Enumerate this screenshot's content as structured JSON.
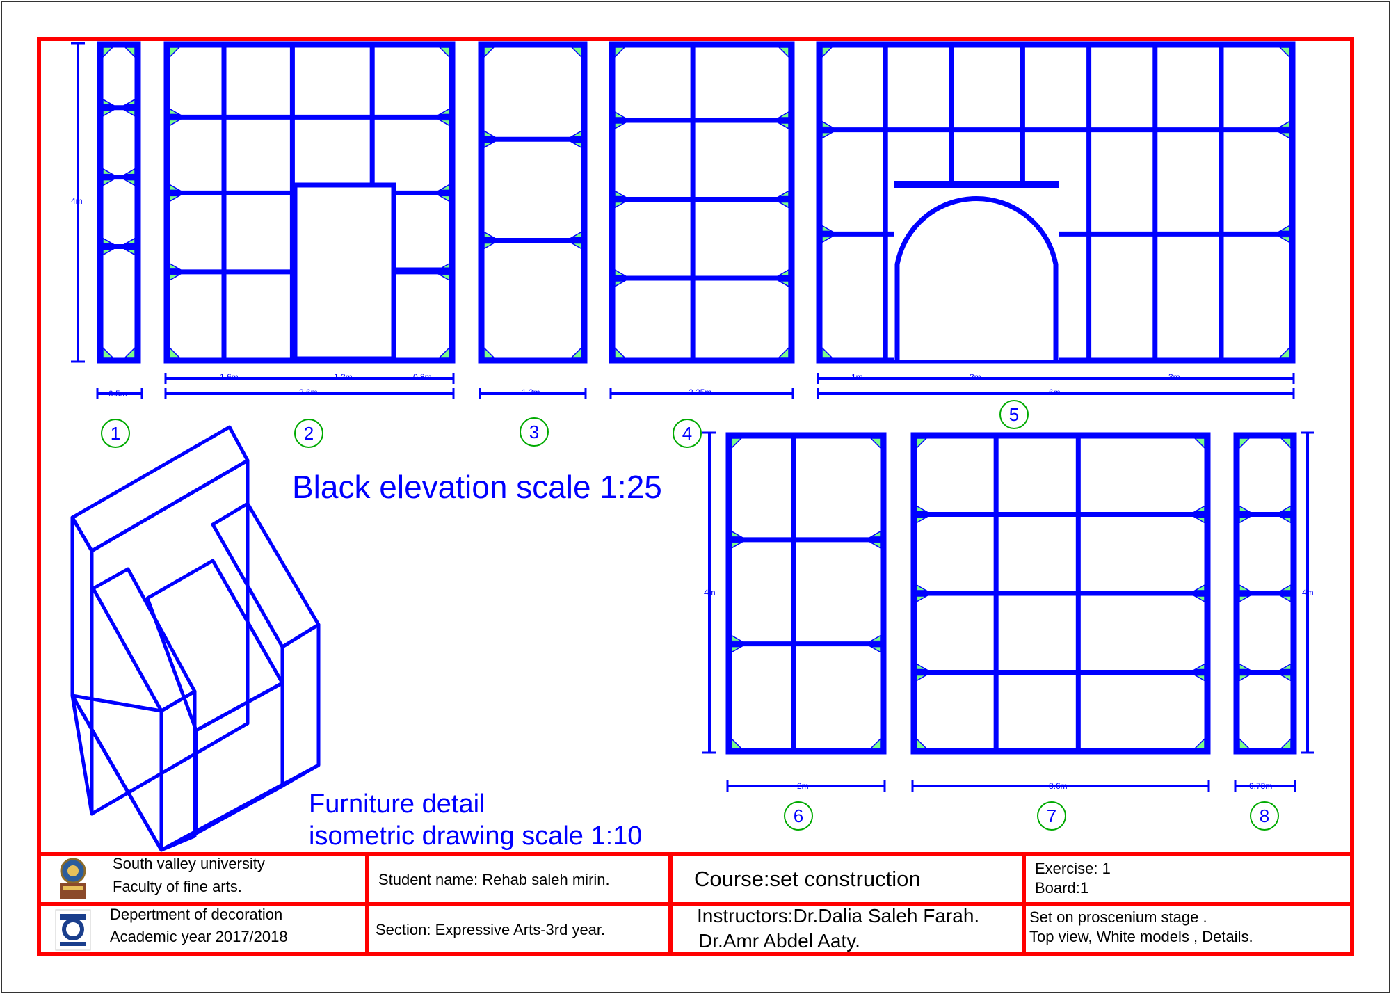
{
  "colors": {
    "border": "#ff0000",
    "frame": "#0000ff",
    "corner_block": "#7cfc8a",
    "circle": "#00aa00"
  },
  "diagram": {
    "elevation_title": "Black elevation scale 1:25",
    "furniture_title_1": "Furniture detail",
    "furniture_title_2": "isometric drawing scale 1:10",
    "flat_numbers": [
      "1",
      "2",
      "3",
      "4",
      "5",
      "6",
      "7",
      "8"
    ],
    "dimensions": {
      "f1_height": "4m",
      "f1_width": "0.5m",
      "f2_a": "1.6m",
      "f2_b": "1.2m",
      "f2_c": "0.8m",
      "f2_total": "3.6m",
      "f3_width": "1.3m",
      "f4_width": "2.25m",
      "f5_a": "1m",
      "f5_b": "2m",
      "f5_c": "3m",
      "f5_total": "6m",
      "f6_height": "4m",
      "f6_width": "2m",
      "f7_width": "3.6m",
      "f8_height": "4m",
      "f8_width": "0.73m"
    }
  },
  "title_block": {
    "university": "South valley university",
    "faculty": "Faculty of fine arts.",
    "department": "Depertment of decoration",
    "academic_year": "Academic year 2017/2018",
    "student": "Student name: Rehab saleh mirin.",
    "section": "Section: Expressive Arts-3rd year.",
    "course": "Course:set construction",
    "instructor_1": "Instructors:Dr.Dalia Saleh Farah.",
    "instructor_2": "Dr.Amr Abdel Aaty.",
    "exercise": "Exercise: 1",
    "board": "Board:1",
    "description_1": "Set on proscenium stage .",
    "description_2": "Top view, White models , Details."
  }
}
